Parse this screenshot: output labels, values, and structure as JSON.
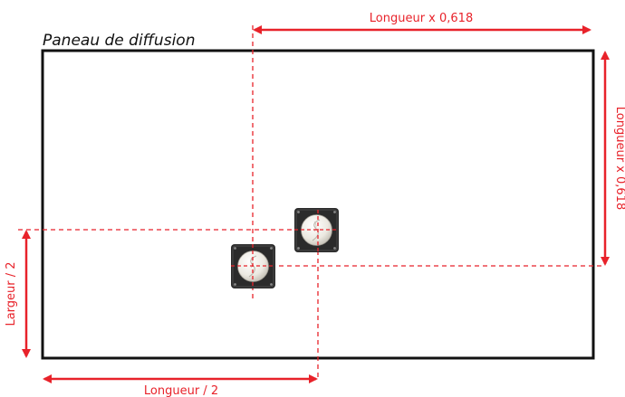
{
  "title": "Paneau de diffusion",
  "labels": {
    "top": "Longueur x 0,618",
    "right": "Longueur x 0,618",
    "left": "Largeur / 2",
    "bottom": "Longueur / 2"
  },
  "colors": {
    "accent": "#e8222a",
    "frame": "#111111",
    "device_body": "#2b2b2b",
    "device_face": "#f2f0ea"
  },
  "icons": [
    "speaker-icon",
    "speaker-icon"
  ]
}
